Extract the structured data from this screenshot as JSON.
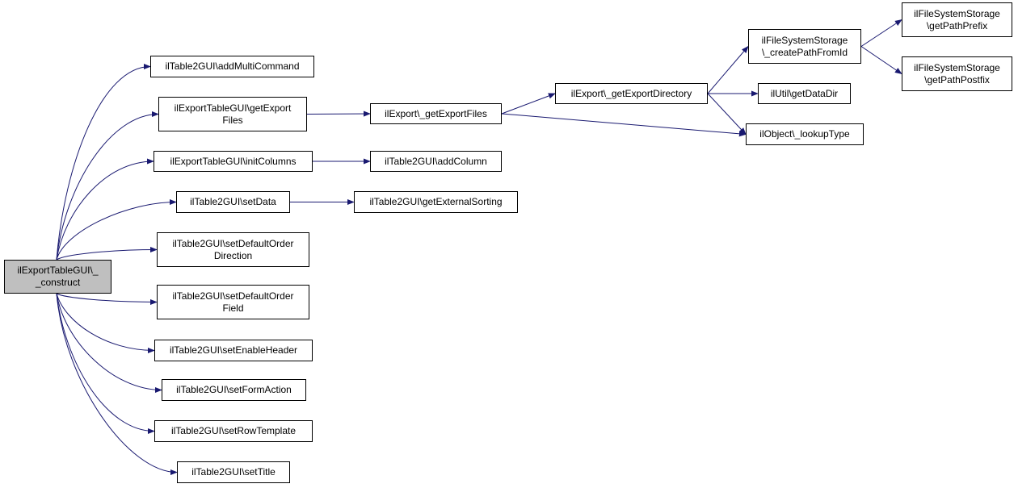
{
  "graph": {
    "edge_color": "#191970",
    "root_fill": "#bfbfbf",
    "nodes": [
      {
        "id": "n0",
        "lines": [
          "ilExportTableGUI\\_",
          "_construct"
        ]
      },
      {
        "id": "n1",
        "lines": [
          "ilTable2GUI\\addMultiCommand"
        ]
      },
      {
        "id": "n2",
        "lines": [
          "ilExportTableGUI\\getExport",
          "Files"
        ]
      },
      {
        "id": "n3",
        "lines": [
          "ilExportTableGUI\\initColumns"
        ]
      },
      {
        "id": "n4",
        "lines": [
          "ilTable2GUI\\setData"
        ]
      },
      {
        "id": "n5",
        "lines": [
          "ilTable2GUI\\setDefaultOrder",
          "Direction"
        ]
      },
      {
        "id": "n6",
        "lines": [
          "ilTable2GUI\\setDefaultOrder",
          "Field"
        ]
      },
      {
        "id": "n7",
        "lines": [
          "ilTable2GUI\\setEnableHeader"
        ]
      },
      {
        "id": "n8",
        "lines": [
          "ilTable2GUI\\setFormAction"
        ]
      },
      {
        "id": "n9",
        "lines": [
          "ilTable2GUI\\setRowTemplate"
        ]
      },
      {
        "id": "n10",
        "lines": [
          "ilTable2GUI\\setTitle"
        ]
      },
      {
        "id": "n11",
        "lines": [
          "ilExport\\_getExportFiles"
        ]
      },
      {
        "id": "n12",
        "lines": [
          "ilTable2GUI\\addColumn"
        ]
      },
      {
        "id": "n13",
        "lines": [
          "ilTable2GUI\\getExternalSorting"
        ]
      },
      {
        "id": "n14",
        "lines": [
          "ilExport\\_getExportDirectory"
        ]
      },
      {
        "id": "n15",
        "lines": [
          "ilObject\\_lookupType"
        ]
      },
      {
        "id": "n16",
        "lines": [
          "ilFileSystemStorage",
          "\\_createPathFromId"
        ]
      },
      {
        "id": "n17",
        "lines": [
          "ilUtil\\getDataDir"
        ]
      },
      {
        "id": "n18",
        "lines": [
          "ilFileSystemStorage",
          "\\getPathPrefix"
        ]
      },
      {
        "id": "n19",
        "lines": [
          "ilFileSystemStorage",
          "\\getPathPostfix"
        ]
      }
    ],
    "edges": [
      {
        "from": "n0",
        "to": "n1"
      },
      {
        "from": "n0",
        "to": "n2"
      },
      {
        "from": "n0",
        "to": "n3"
      },
      {
        "from": "n0",
        "to": "n4"
      },
      {
        "from": "n0",
        "to": "n5"
      },
      {
        "from": "n0",
        "to": "n6"
      },
      {
        "from": "n0",
        "to": "n7"
      },
      {
        "from": "n0",
        "to": "n8"
      },
      {
        "from": "n0",
        "to": "n9"
      },
      {
        "from": "n0",
        "to": "n10"
      },
      {
        "from": "n2",
        "to": "n11"
      },
      {
        "from": "n3",
        "to": "n12"
      },
      {
        "from": "n4",
        "to": "n13"
      },
      {
        "from": "n11",
        "to": "n14"
      },
      {
        "from": "n11",
        "to": "n15"
      },
      {
        "from": "n14",
        "to": "n16"
      },
      {
        "from": "n14",
        "to": "n17"
      },
      {
        "from": "n14",
        "to": "n15"
      },
      {
        "from": "n16",
        "to": "n18"
      },
      {
        "from": "n16",
        "to": "n19"
      }
    ]
  }
}
